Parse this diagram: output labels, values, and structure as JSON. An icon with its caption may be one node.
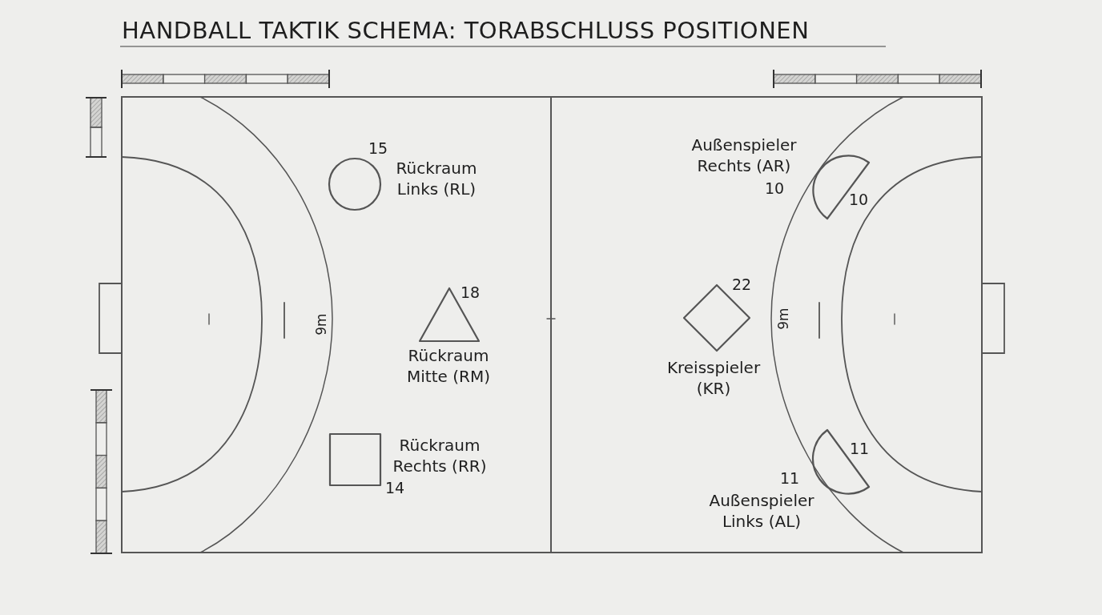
{
  "diagram": {
    "title": "HANDBALL TAKTIK SCHEMA: TORABSCHLUSS POSITIONEN",
    "nodes": [
      {
        "text": [],
        "shape": "circle",
        "beside": [
          "15",
          "Rückraum Links (RL)"
        ]
      },
      {
        "text": [],
        "shape": "triangle",
        "beside": [
          "18",
          "Rückraum Mitte (RM)"
        ]
      },
      {
        "text": [],
        "shape": "box",
        "beside": [
          "Rückraum Rechts (RR)",
          "14"
        ]
      },
      {
        "text": [],
        "shape": "semicircle",
        "beside": [
          "Außenspieler Rechts (AR)",
          "10",
          "10"
        ]
      },
      {
        "text": [],
        "shape": "diamond",
        "beside": [
          "22",
          "Kreisspieler (KR)"
        ]
      },
      {
        "text": [],
        "shape": "semicircle",
        "beside": [
          "11",
          "11",
          "Außenspieler Links (AL)"
        ]
      }
    ],
    "labels": [
      "9m",
      "9m"
    ]
  }
}
